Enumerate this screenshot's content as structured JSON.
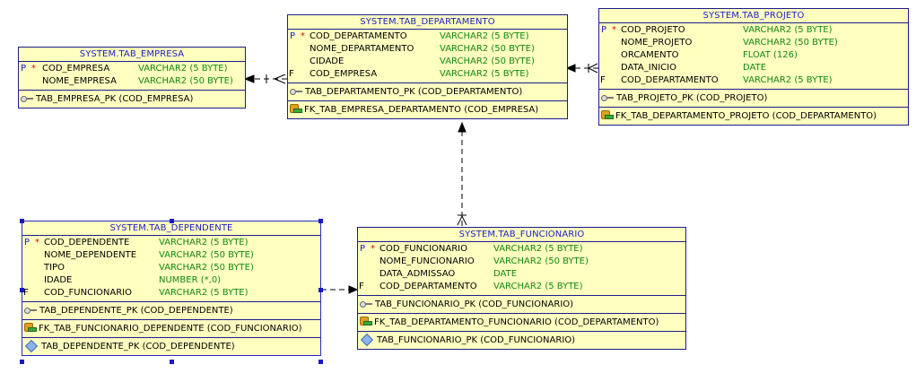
{
  "tables": {
    "empresa": {
      "title": "SYSTEM.TAB_EMPRESA",
      "columns": [
        {
          "flag": "P",
          "req": "*",
          "name": "COD_EMPRESA",
          "type": "VARCHAR2 (5 BYTE)"
        },
        {
          "flag": "",
          "req": "",
          "name": "NOME_EMPRESA",
          "type": "VARCHAR2 (50 BYTE)"
        }
      ],
      "keys": [
        {
          "icon": "key-icon",
          "text": "TAB_EMPRESA_PK (COD_EMPRESA)"
        }
      ]
    },
    "departamento": {
      "title": "SYSTEM.TAB_DEPARTAMENTO",
      "columns": [
        {
          "flag": "P",
          "req": "*",
          "name": "COD_DEPARTAMENTO",
          "type": "VARCHAR2 (5 BYTE)"
        },
        {
          "flag": "",
          "req": "",
          "name": "NOME_DEPARTAMENTO",
          "type": "VARCHAR2 (50 BYTE)"
        },
        {
          "flag": "",
          "req": "",
          "name": "CIDADE",
          "type": "VARCHAR2 (50 BYTE)"
        },
        {
          "flag": "F",
          "req": "",
          "name": "COD_EMPRESA",
          "type": "VARCHAR2 (5 BYTE)"
        }
      ],
      "keys": [
        {
          "icon": "key-icon",
          "text": "TAB_DEPARTAMENTO_PK (COD_DEPARTAMENTO)"
        },
        {
          "icon": "foreign-key-icon",
          "text": "FK_TAB_EMPRESA_DEPARTAMENTO (COD_EMPRESA)"
        }
      ]
    },
    "projeto": {
      "title": "SYSTEM.TAB_PROJETO",
      "columns": [
        {
          "flag": "P",
          "req": "*",
          "name": "COD_PROJETO",
          "type": "VARCHAR2 (5 BYTE)"
        },
        {
          "flag": "",
          "req": "",
          "name": "NOME_PROJETO",
          "type": "VARCHAR2 (50 BYTE)"
        },
        {
          "flag": "",
          "req": "",
          "name": "ORCAMENTO",
          "type": "FLOAT (126)"
        },
        {
          "flag": "",
          "req": "",
          "name": "DATA_INICIO",
          "type": "DATE"
        },
        {
          "flag": "F",
          "req": "",
          "name": "COD_DEPARTAMENTO",
          "type": "VARCHAR2 (5 BYTE)"
        }
      ],
      "keys": [
        {
          "icon": "key-icon",
          "text": "TAB_PROJETO_PK (COD_PROJETO)"
        },
        {
          "icon": "foreign-key-icon",
          "text": "FK_TAB_DEPARTAMENTO_PROJETO (COD_DEPARTAMENTO)"
        }
      ]
    },
    "dependente": {
      "title": "SYSTEM.TAB_DEPENDENTE",
      "columns": [
        {
          "flag": "P",
          "req": "*",
          "name": "COD_DEPENDENTE",
          "type": "VARCHAR2 (5 BYTE)"
        },
        {
          "flag": "",
          "req": "",
          "name": "NOME_DEPENDENTE",
          "type": "VARCHAR2 (50 BYTE)"
        },
        {
          "flag": "",
          "req": "",
          "name": "TIPO",
          "type": "VARCHAR2 (50 BYTE)"
        },
        {
          "flag": "",
          "req": "",
          "name": "IDADE",
          "type": "NUMBER (*,0)"
        },
        {
          "flag": "F",
          "req": "",
          "name": "COD_FUNCIONARIO",
          "type": "VARCHAR2 (5 BYTE)"
        }
      ],
      "keys": [
        {
          "icon": "key-icon",
          "text": "TAB_DEPENDENTE_PK (COD_DEPENDENTE)"
        },
        {
          "icon": "foreign-key-icon",
          "text": "FK_TAB_FUNCIONARIO_DEPENDENTE (COD_FUNCIONARIO)"
        },
        {
          "icon": "unique-key-icon",
          "text": "TAB_DEPENDENTE_PK (COD_DEPENDENTE)"
        }
      ]
    },
    "funcionario": {
      "title": "SYSTEM.TAB_FUNCIONARIO",
      "columns": [
        {
          "flag": "P",
          "req": "*",
          "name": "COD_FUNCIONARIO",
          "type": "VARCHAR2 (5 BYTE)"
        },
        {
          "flag": "",
          "req": "",
          "name": "NOME_FUNCIONARIO",
          "type": "VARCHAR2 (50 BYTE)"
        },
        {
          "flag": "",
          "req": "",
          "name": "DATA_ADMISSAO",
          "type": "DATE"
        },
        {
          "flag": "F",
          "req": "",
          "name": "COD_DEPARTAMENTO",
          "type": "VARCHAR2 (5 BYTE)"
        }
      ],
      "keys": [
        {
          "icon": "key-icon",
          "text": "TAB_FUNCIONARIO_PK (COD_FUNCIONARIO)"
        },
        {
          "icon": "foreign-key-icon",
          "text": "FK_TAB_DEPARTAMENTO_FUNCIONARIO (COD_DEPARTAMENTO)"
        },
        {
          "icon": "unique-key-icon",
          "text": "TAB_FUNCIONARIO_PK (COD_FUNCIONARIO)"
        }
      ]
    }
  },
  "colors": {
    "table_fill": "#ffffc0",
    "table_border": "#1c1c8c",
    "title_text": "#1d1dc4",
    "type_text": "#118811",
    "required_mark": "#e00000",
    "selection_handle": "#1717c8"
  }
}
